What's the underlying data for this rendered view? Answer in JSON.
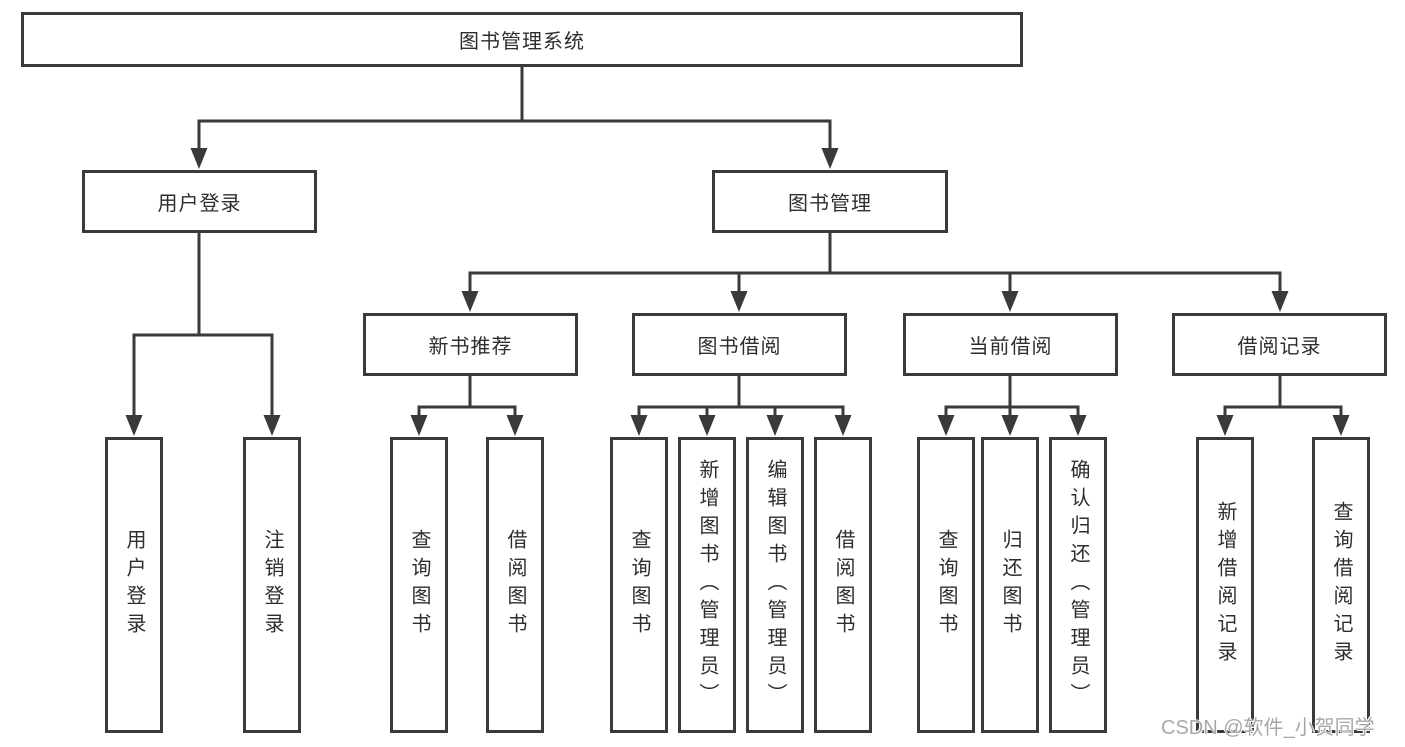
{
  "diagram": {
    "watermark": "CSDN @软件_小贺同学",
    "colors": {
      "background": "#ffffff",
      "box_fill": "#ffffff",
      "box_border": "#3a3a3a",
      "line": "#3a3a3a",
      "text": "#2e2e2e",
      "watermark_text": "#a8a8a8"
    },
    "nodes": {
      "root": {
        "label": "图书管理系统"
      },
      "level2": [
        {
          "label": "用户登录"
        },
        {
          "label": "图书管理"
        }
      ],
      "level3": [
        {
          "label": "新书推荐"
        },
        {
          "label": "图书借阅"
        },
        {
          "label": "当前借阅"
        },
        {
          "label": "借阅记录"
        }
      ],
      "leaves": {
        "user_login": [
          {
            "label": "用户登录"
          },
          {
            "label": "注销登录"
          }
        ],
        "new_book_recommend": [
          {
            "label": "查询图书"
          },
          {
            "label": "借阅图书"
          }
        ],
        "book_borrow": [
          {
            "label": "查询图书"
          },
          {
            "label": "新增图书（管理员）"
          },
          {
            "label": "编辑图书（管理员）"
          },
          {
            "label": "借阅图书"
          }
        ],
        "current_borrow": [
          {
            "label": "查询图书"
          },
          {
            "label": "归还图书"
          },
          {
            "label": "确认归还（管理员）"
          }
        ],
        "borrow_record": [
          {
            "label": "新增借阅记录"
          },
          {
            "label": "查询借阅记录"
          }
        ]
      }
    }
  }
}
